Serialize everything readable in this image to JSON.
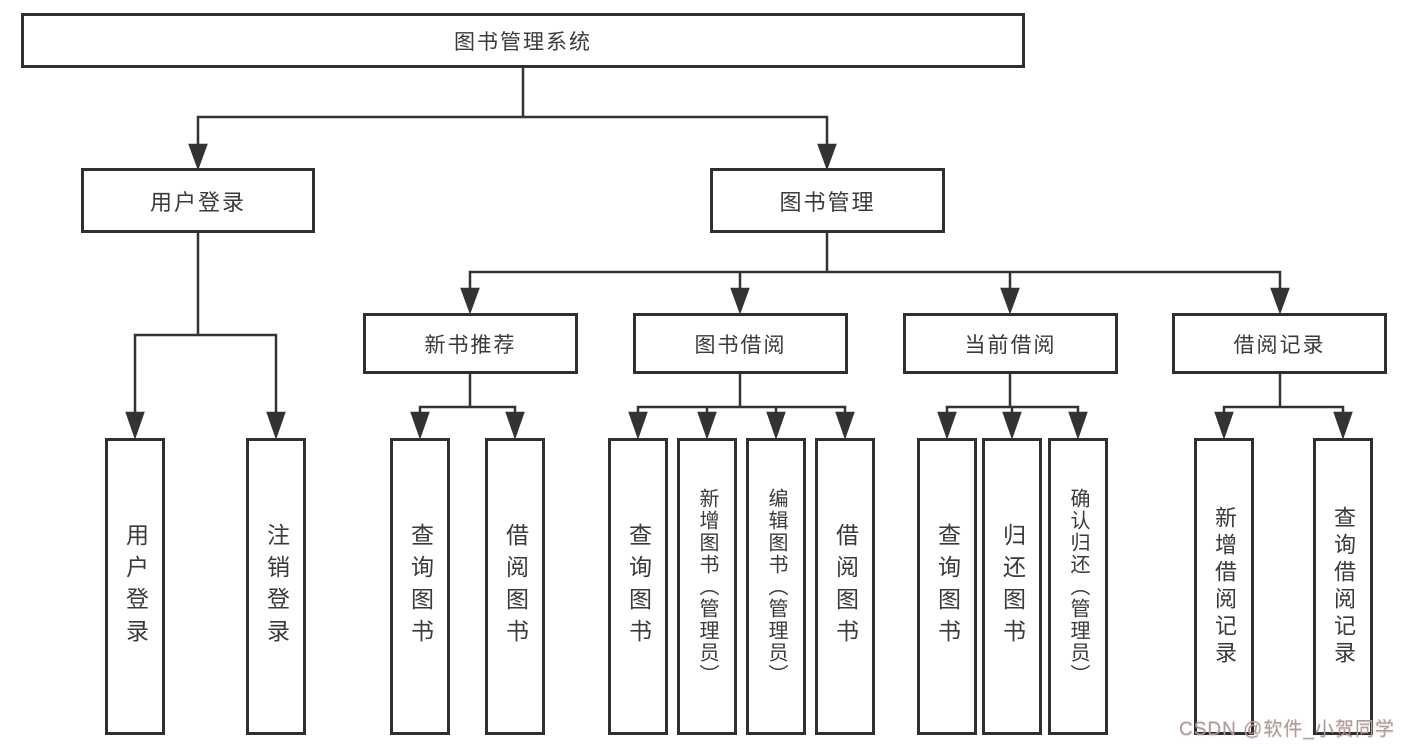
{
  "tree": {
    "root": {
      "label": "图书管理系统"
    },
    "branches": [
      {
        "label": "用户登录",
        "children": [
          {
            "label": "用户登录"
          },
          {
            "label": "注销登录"
          }
        ]
      },
      {
        "label": "图书管理",
        "children": [
          {
            "label": "新书推荐",
            "children": [
              {
                "label": "查询图书"
              },
              {
                "label": "借阅图书"
              }
            ]
          },
          {
            "label": "图书借阅",
            "children": [
              {
                "label": "查询图书"
              },
              {
                "label": "新增图书（管理员）"
              },
              {
                "label": "编辑图书（管理员）"
              },
              {
                "label": "借阅图书"
              }
            ]
          },
          {
            "label": "当前借阅",
            "children": [
              {
                "label": "查询图书"
              },
              {
                "label": "归还图书"
              },
              {
                "label": "确认归还（管理员）"
              }
            ]
          },
          {
            "label": "借阅记录",
            "children": [
              {
                "label": "新增借阅记录"
              },
              {
                "label": "查询借阅记录"
              }
            ]
          }
        ]
      }
    ]
  },
  "watermark": {
    "text": "CSDN @软件_小贺同学"
  },
  "colors": {
    "line": "#333333",
    "box_border": "#2f2f2f",
    "text": "#3a3a3a",
    "background": "#ffffff",
    "watermark": "#a89c9c"
  }
}
